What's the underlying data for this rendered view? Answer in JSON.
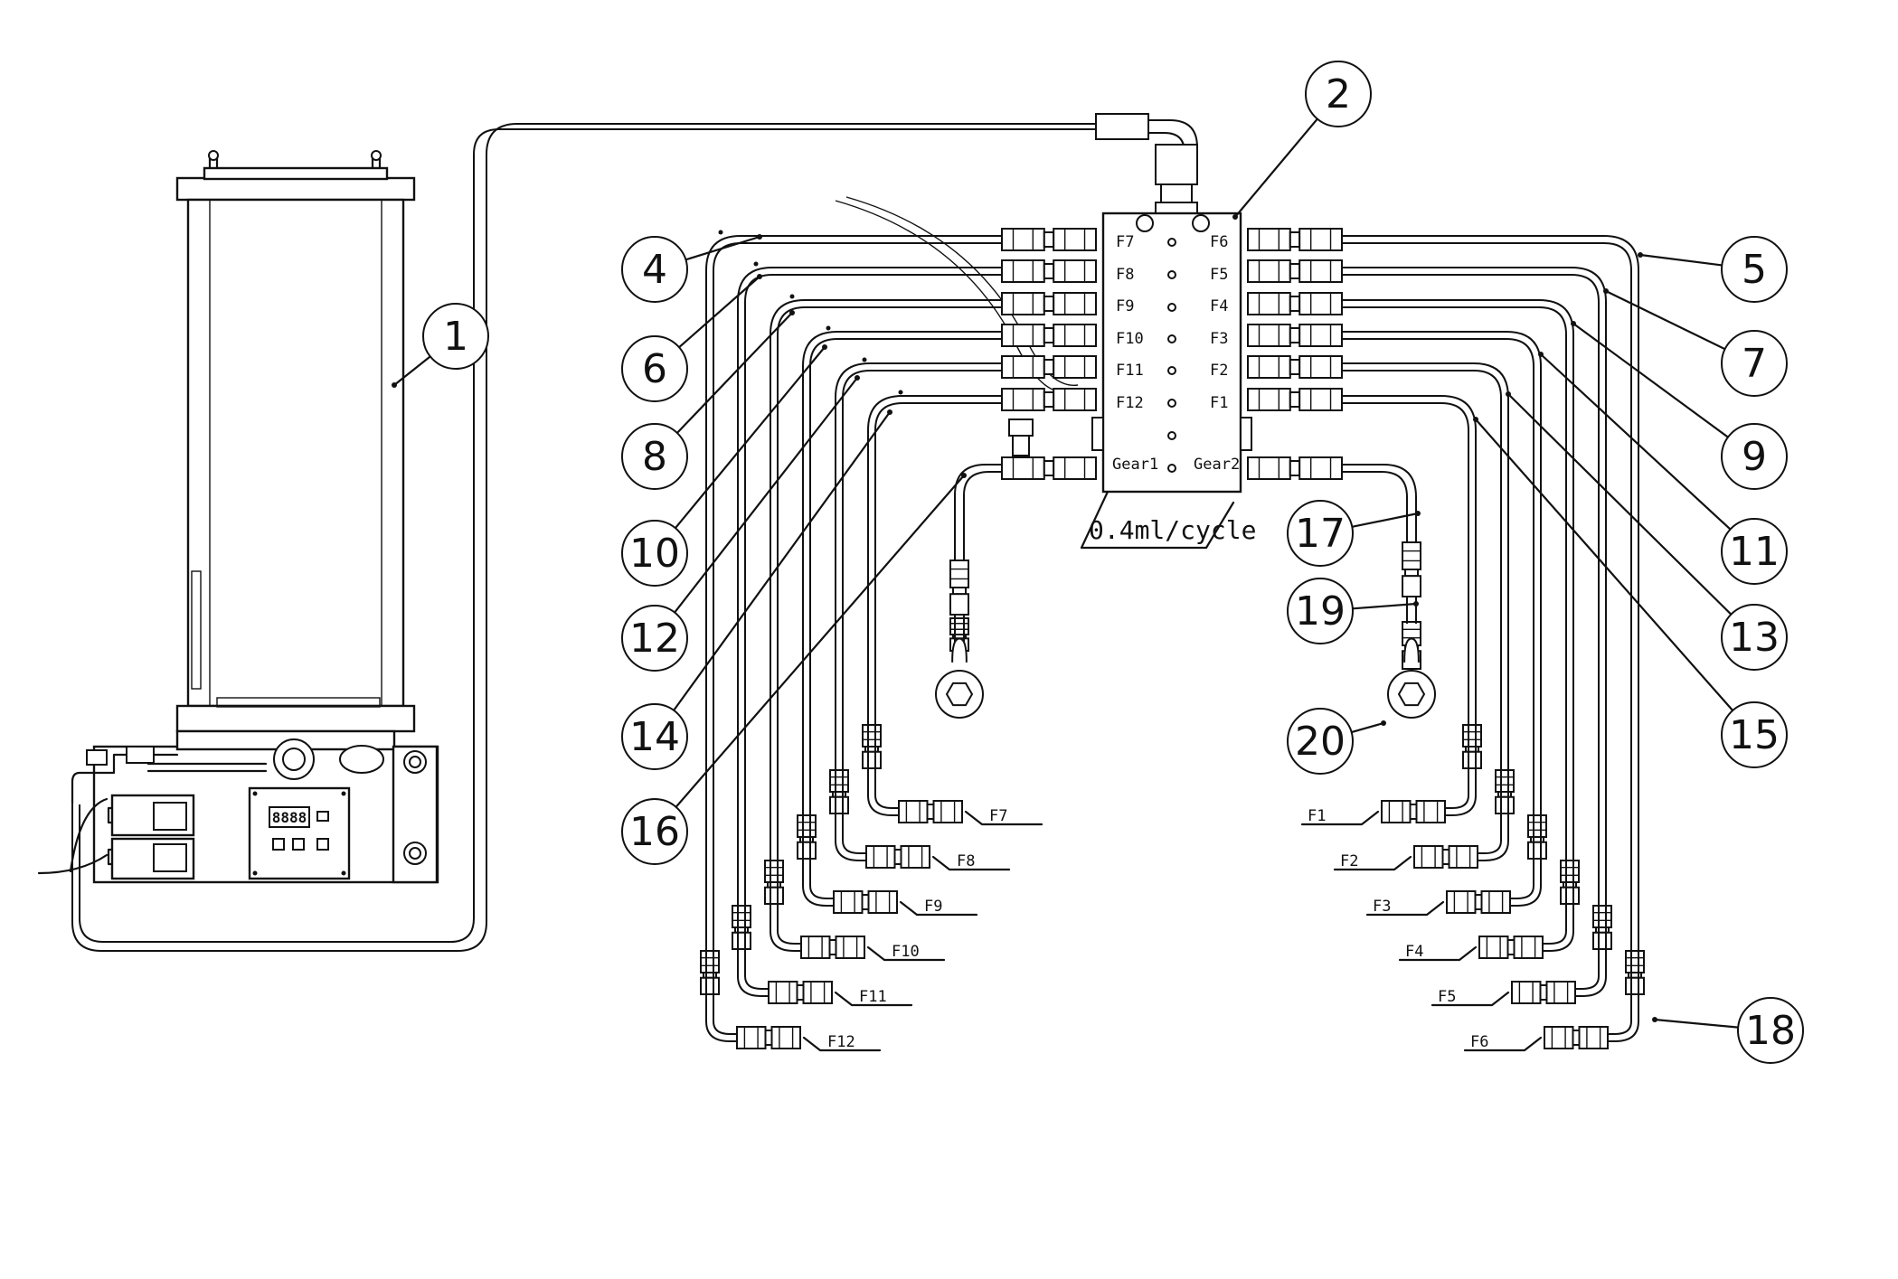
{
  "distributor": {
    "left_ports": [
      "F7",
      "F8",
      "F9",
      "F10",
      "F11",
      "F12",
      "Gear1"
    ],
    "right_ports": [
      "F6",
      "F5",
      "F4",
      "F3",
      "F2",
      "F1",
      "Gear2"
    ],
    "cycle_label": "0.4ml/cycle"
  },
  "outlets_left": [
    "F12",
    "F11",
    "F10",
    "F9",
    "F8",
    "F7"
  ],
  "outlets_right": [
    "F1",
    "F2",
    "F3",
    "F4",
    "F5",
    "F6"
  ],
  "pump": {
    "display": "8888"
  },
  "callouts": [
    "1",
    "2",
    "4",
    "5",
    "6",
    "7",
    "8",
    "9",
    "10",
    "11",
    "12",
    "13",
    "14",
    "15",
    "16",
    "17",
    "18",
    "19",
    "20"
  ]
}
